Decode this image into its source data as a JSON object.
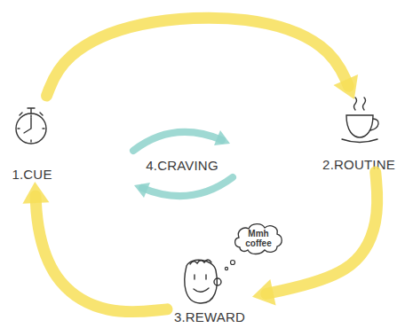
{
  "diagram": {
    "nodes": [
      {
        "text": [
          "1.CUE"
        ]
      },
      {
        "text": [
          "2.ROUTINE"
        ]
      },
      {
        "text": [
          "Mmh coffee"
        ]
      },
      {
        "text": [
          "3.REWARD"
        ]
      },
      {
        "text": [
          "4.CRAVING"
        ]
      }
    ],
    "edges": [
      {
        "from": 0,
        "to": 1,
        "arrow": "to"
      },
      {
        "from": 1,
        "to": 3,
        "arrow": "to"
      },
      {
        "from": 3,
        "to": 0,
        "arrow": "to"
      }
    ]
  }
}
